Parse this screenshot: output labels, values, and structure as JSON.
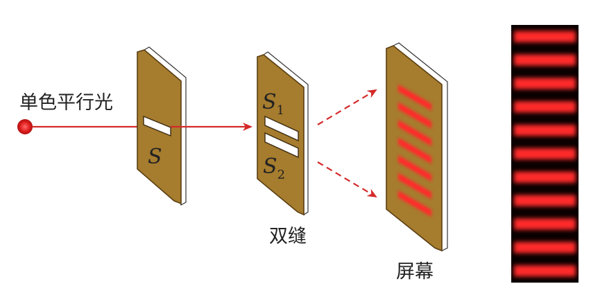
{
  "labels": {
    "light_source": "单色平行光",
    "single_slit": "S",
    "slit_1_letter": "S",
    "slit_1_sub": "1",
    "slit_2_letter": "S",
    "slit_2_sub": "2",
    "double_slit": "双缝",
    "screen": "屏幕"
  },
  "colors": {
    "plate": "#a67c2e",
    "plate_edge": "#5a3e12",
    "plate_side": "#ffffff",
    "beam": "#d42a2a",
    "light_dot": "#e11f1f",
    "fringe": "#ff2a2a",
    "pattern_bg": "#0a0000"
  },
  "pattern": {
    "bright_fringe_count": 11
  },
  "screen_fringe_count": 7
}
